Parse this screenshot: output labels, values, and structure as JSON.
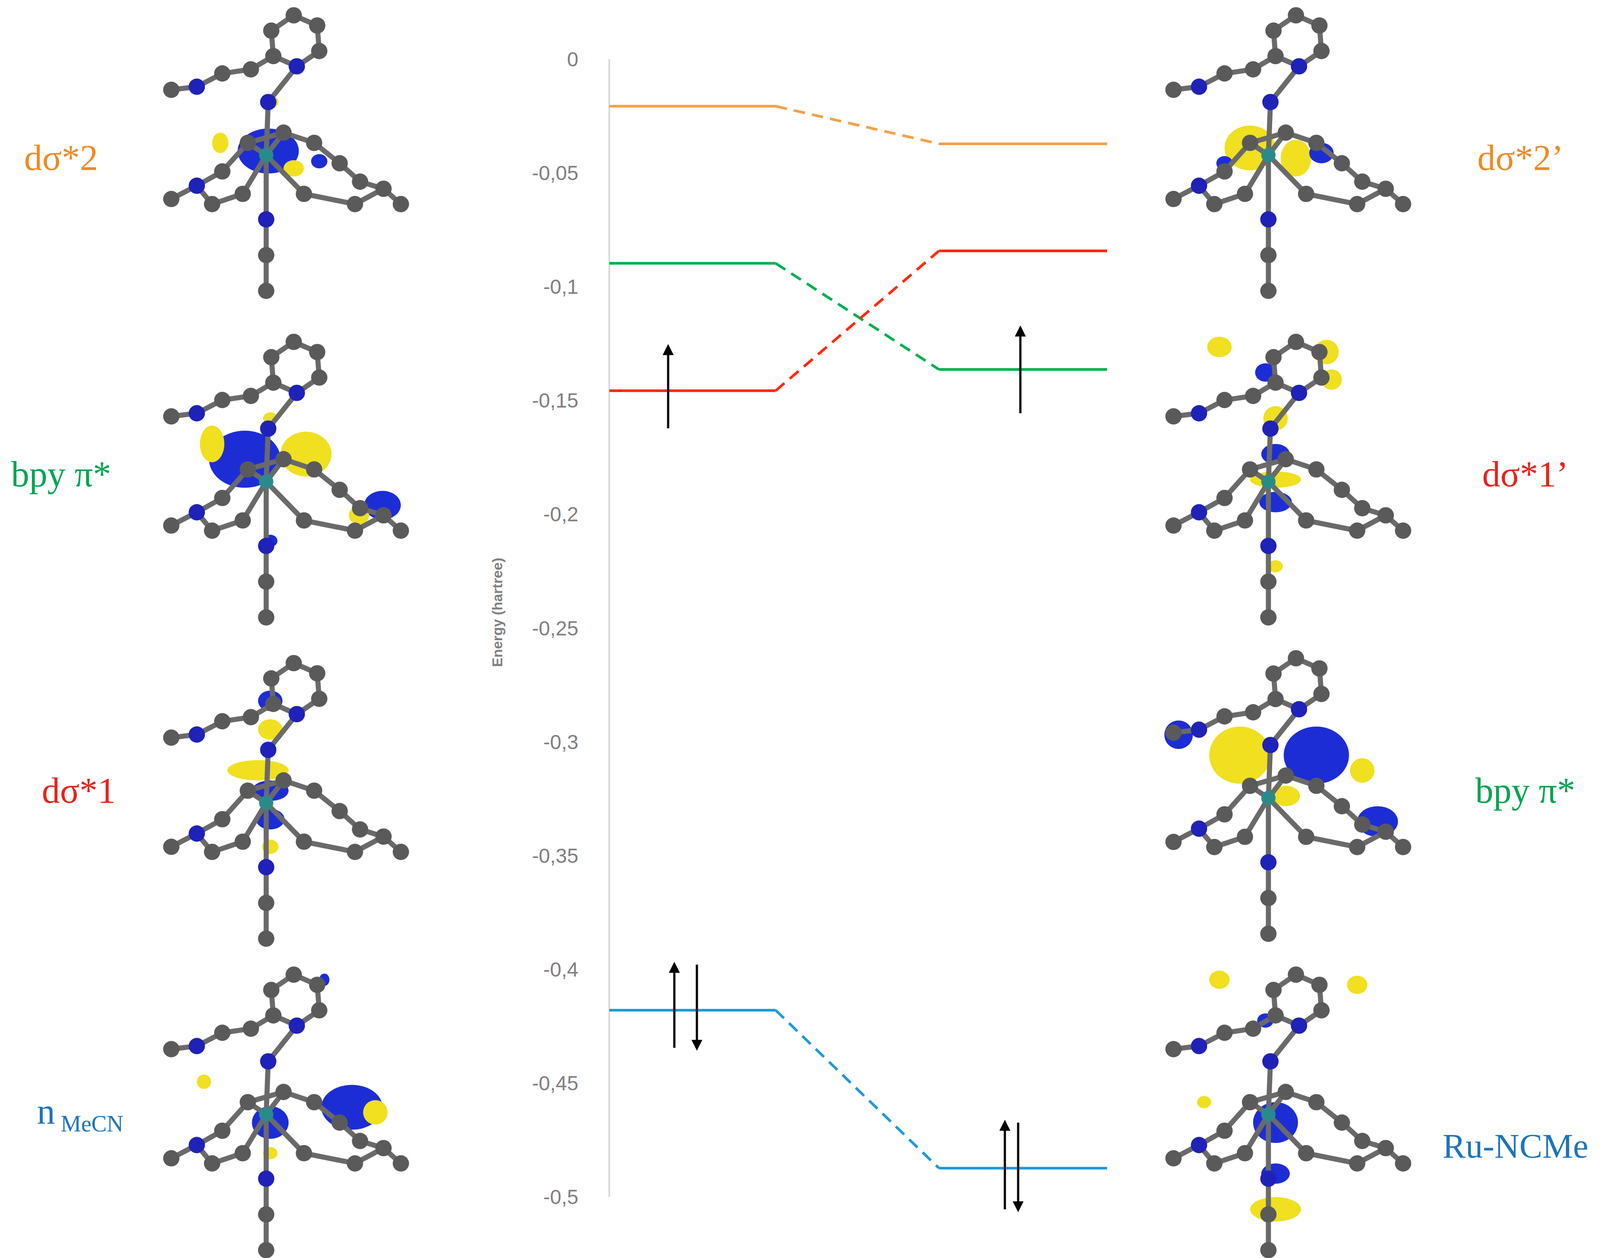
{
  "diagram": {
    "labels": [
      "dσ*2",
      "bpy π*",
      "dσ*1",
      "n",
      "MeCN",
      "dσ*2’",
      "dσ*1’",
      "bpy π*",
      "Ru-NCMe",
      "0",
      "-0,05",
      "-0,1",
      "-0,15",
      "-0,2",
      "-0,25",
      "-0,3",
      "-0,35",
      "-0,4",
      "-0,45",
      "-0,5",
      "Energy (hartree)"
    ]
  }
}
